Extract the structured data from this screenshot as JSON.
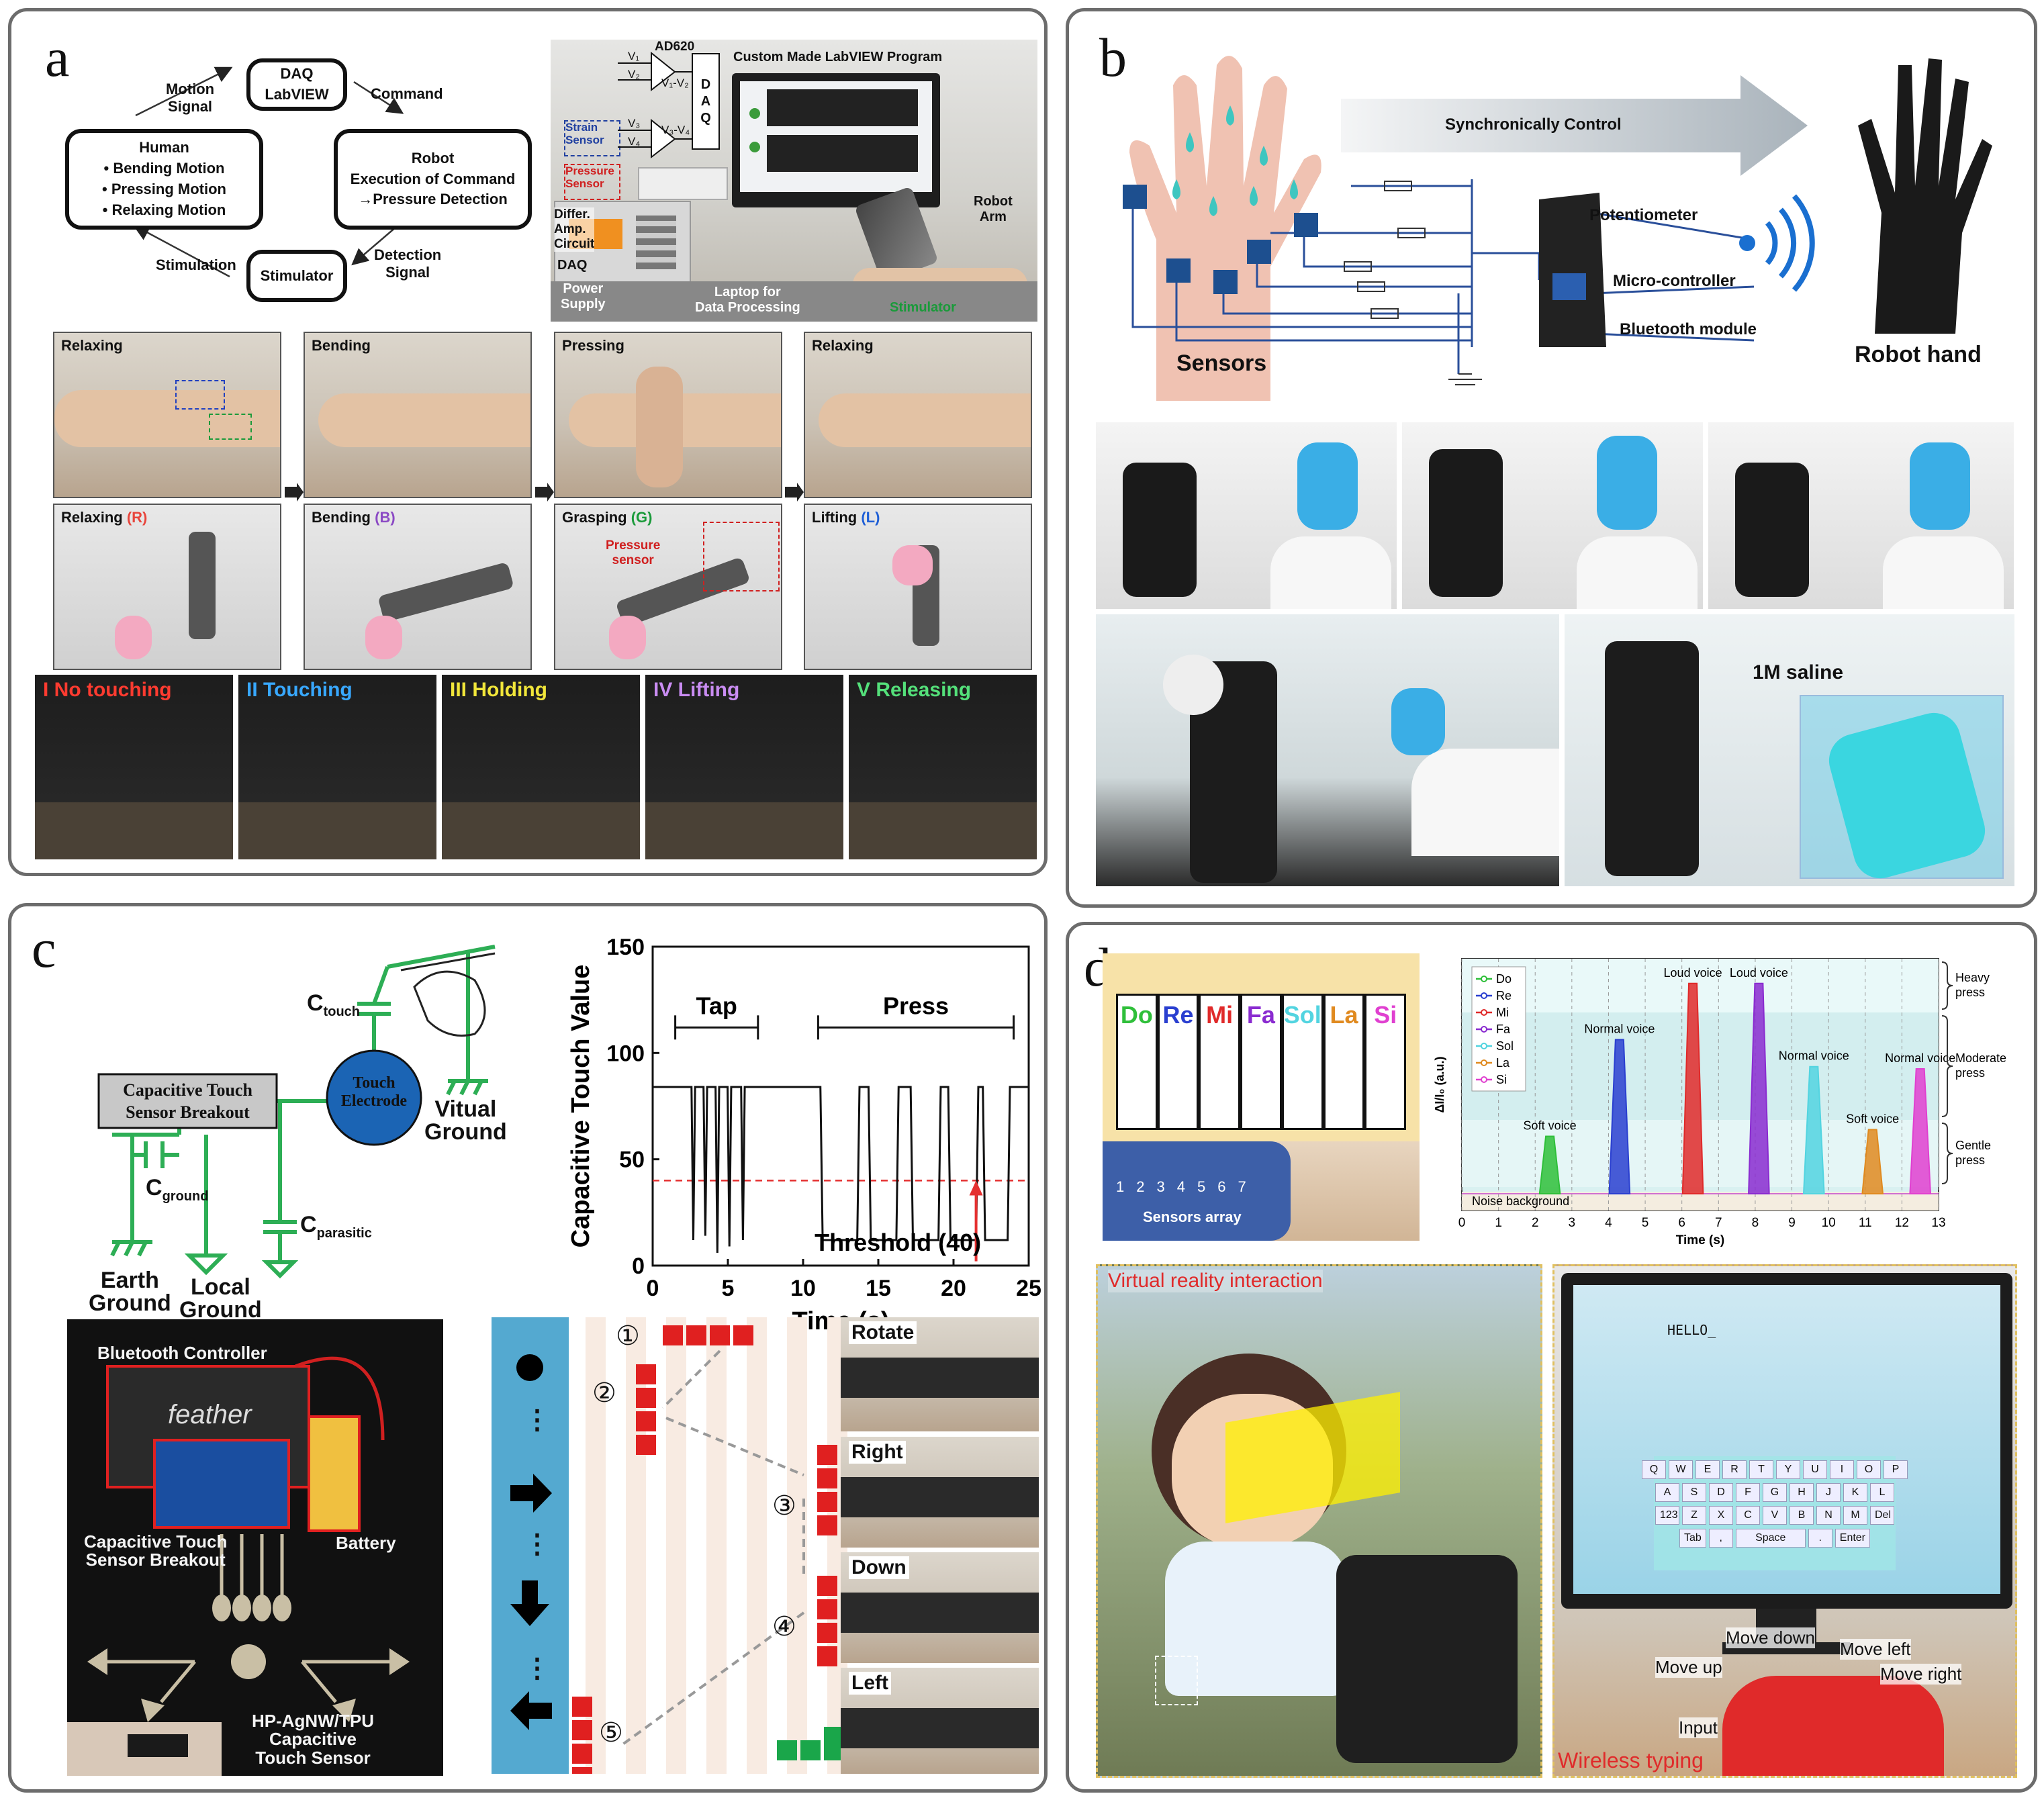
{
  "panel_a": {
    "label": "a",
    "flow": {
      "daq": "DAQ\nLabVIEW",
      "motion_signal": "Motion\nSignal",
      "command": "Command",
      "human_title": "Human",
      "human_items": [
        "• Bending Motion",
        "• Pressing Motion",
        "• Relaxing Motion"
      ],
      "robot": "Robot\nExecution of Command\n→Pressure Detection",
      "stimulation": "Stimulation",
      "stimulator": "Stimulator",
      "detection_signal": "Detection\nSignal"
    },
    "setup": {
      "strain_sensor": "Strain\nSensor",
      "pressure_sensor": "Pressure\nSensor",
      "ad620": "AD620",
      "v1": "V₁",
      "v2": "V₂",
      "v3": "V₃",
      "v4": "V₄",
      "v12": "V₁-V₂",
      "v34": "V₃-V₄",
      "daq": "D\nA\nQ",
      "program": "Custom Made LabVIEW Program",
      "robot_arm": "Robot\nArm",
      "amp": "Differ.\nAmp.\nCircuit",
      "daq2": "DAQ",
      "power": "Power\nSupply",
      "laptop": "Laptop for\nData Processing",
      "stimulator": "Stimulator"
    },
    "motions": [
      "Relaxing",
      "Bending",
      "Pressing",
      "Relaxing"
    ],
    "robot_states": [
      {
        "name": "Relaxing",
        "code": "(R)",
        "color": "#e8453c"
      },
      {
        "name": "Bending",
        "code": "(B)",
        "color": "#8b49c4"
      },
      {
        "name": "Grasping",
        "code": "(G)",
        "color": "#1a9a3a"
      },
      {
        "name": "Lifting",
        "code": "(L)",
        "color": "#1f5fd6"
      }
    ],
    "pressure_sensor_label": "Pressure\nsensor",
    "phases": [
      {
        "text": "I No touching",
        "color": "#ff3b30"
      },
      {
        "text": "II Touching",
        "color": "#38a8ff"
      },
      {
        "text": "III Holding",
        "color": "#f1e63a"
      },
      {
        "text": "IV Lifting",
        "color": "#c98cf2"
      },
      {
        "text": "V Releasing",
        "color": "#54e07a"
      }
    ]
  },
  "panel_b": {
    "label": "b",
    "sync": "Synchronically Control",
    "potentiometer": "Potentiometer",
    "microcontroller": "Micro-controller",
    "bluetooth": "Bluetooth module",
    "sensors": "Sensors",
    "robot_hand": "Robot hand",
    "saline": "1M saline"
  },
  "panel_c": {
    "label": "c",
    "circuit": {
      "breakout": "Capacitive Touch\nSensor Breakout",
      "touch_electrode": "Touch\nElectrode",
      "c_touch": "C",
      "c_touch_sub": "touch",
      "c_ground": "C",
      "c_ground_sub": "ground",
      "c_parasitic": "C",
      "c_parasitic_sub": "parasitic",
      "virtual_ground": "Vitual\nGround",
      "earth_ground": "Earth\nGround",
      "local_ground": "Local\nGround"
    },
    "hardware": {
      "bluetooth": "Bluetooth Controller",
      "breakout": "Capacitive Touch\nSensor Breakout",
      "battery": "Battery",
      "sensor": "HP-AgNW/TPU\nCapacitive\nTouch Sensor",
      "feather": "feather"
    },
    "game": {
      "steps": [
        "①",
        "②",
        "③",
        "④",
        "⑤"
      ],
      "dots": "⋮",
      "gestures": [
        "Rotate",
        "Right",
        "Down",
        "Left"
      ]
    }
  },
  "panel_d": {
    "label": "d",
    "notes": [
      "Do",
      "Re",
      "Mi",
      "Fa",
      "Sol",
      "La",
      "Si"
    ],
    "note_colors": [
      "#2fbf3a",
      "#2a3fd0",
      "#e02a2a",
      "#8a2bd0",
      "#52d4e0",
      "#e08a20",
      "#e040d0"
    ],
    "sensors_array": "Sensors array",
    "sensor_numbers": [
      "1",
      "2",
      "3",
      "4",
      "5",
      "6",
      "7"
    ],
    "vr": "Virtual reality interaction",
    "screen_text": "HELLO_",
    "keyboard_rows": [
      [
        "Q",
        "W",
        "E",
        "R",
        "T",
        "Y",
        "U",
        "I",
        "O",
        "P"
      ],
      [
        "A",
        "S",
        "D",
        "F",
        "G",
        "H",
        "J",
        "K",
        "L"
      ],
      [
        "123",
        "Z",
        "X",
        "C",
        "V",
        "B",
        "N",
        "M",
        "Del"
      ],
      [
        "Tab",
        ",",
        "Space",
        ".",
        "Enter"
      ]
    ],
    "fingers": [
      "Move down",
      "Move left",
      "Move up",
      "Move right",
      "Input"
    ],
    "wireless": "Wireless typing"
  },
  "chart_data": [
    {
      "type": "line",
      "ylabel": "Capacitive Touch Value",
      "xlabel": "Time (s)",
      "xlim": [
        0,
        25
      ],
      "ylim": [
        0,
        150
      ],
      "xticks": [
        0,
        5,
        10,
        15,
        20,
        25
      ],
      "yticks": [
        0,
        50,
        100,
        150
      ],
      "threshold": 40,
      "threshold_label": "Threshold (40)",
      "annotations": [
        {
          "text": "Tap",
          "x0": 1.5,
          "x1": 7
        },
        {
          "text": "Press",
          "x0": 11,
          "x1": 24
        }
      ],
      "baseline": 84,
      "low": 12,
      "taps": [
        {
          "t": 2.7,
          "min": 12
        },
        {
          "t": 3.5,
          "min": 14
        },
        {
          "t": 4.3,
          "min": 6
        },
        {
          "t": 5.1,
          "min": 9
        },
        {
          "t": 6.0,
          "min": 12
        }
      ],
      "presses": [
        [
          11.3,
          13.6
        ],
        [
          14.5,
          16.2
        ],
        [
          17.3,
          19.0
        ],
        [
          19.8,
          21.5
        ],
        [
          22.1,
          23.6
        ]
      ]
    },
    {
      "type": "line",
      "ylabel": "ΔI/I₀ (a.u.)",
      "xlabel": "Time (s)",
      "xlim": [
        0,
        13
      ],
      "xticks": [
        0,
        1,
        2,
        3,
        4,
        5,
        6,
        7,
        8,
        9,
        10,
        11,
        12,
        13
      ],
      "legend_position": "top-left",
      "series": [
        {
          "name": "Do",
          "color": "#2fbf3a",
          "peak_t": 2.4,
          "peak": 0.27
        },
        {
          "name": "Re",
          "color": "#2a3fd0",
          "peak_t": 4.3,
          "peak": 0.7
        },
        {
          "name": "Mi",
          "color": "#e02a2a",
          "peak_t": 6.3,
          "peak": 0.95
        },
        {
          "name": "Fa",
          "color": "#8a2bd0",
          "peak_t": 8.1,
          "peak": 0.95
        },
        {
          "name": "Sol",
          "color": "#52d4e0",
          "peak_t": 9.6,
          "peak": 0.58
        },
        {
          "name": "La",
          "color": "#e08a20",
          "peak_t": 11.2,
          "peak": 0.3
        },
        {
          "name": "Si",
          "color": "#e040d0",
          "peak_t": 12.5,
          "peak": 0.57
        }
      ],
      "peak_labels": [
        {
          "text": "Soft voice",
          "t": 2.4
        },
        {
          "text": "Normal voice",
          "t": 4.3
        },
        {
          "text": "Loud voice",
          "t": 6.3
        },
        {
          "text": "Loud voice",
          "t": 8.1
        },
        {
          "text": "Normal voice",
          "t": 9.6
        },
        {
          "text": "Soft voice",
          "t": 11.2
        },
        {
          "text": "Normal voice",
          "t": 12.5
        }
      ],
      "bands": [
        "Heavy\npress",
        "Moderate\npress",
        "Gentle\npress"
      ],
      "noise_label": "Noise background"
    }
  ]
}
